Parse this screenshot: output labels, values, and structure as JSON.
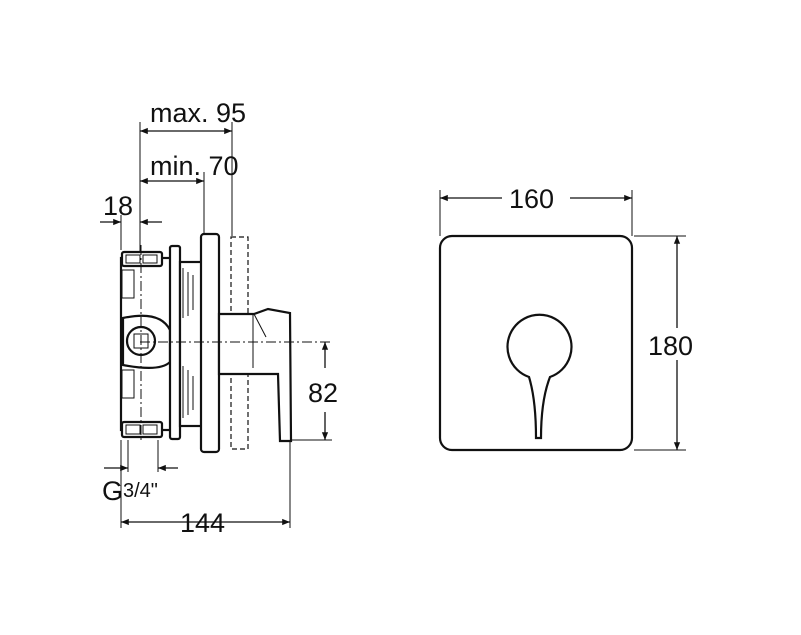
{
  "dimensions": {
    "max_depth": "max. 95",
    "min_depth": "min. 70",
    "offset": "18",
    "thread": "G",
    "thread_fraction": "3/4\"",
    "total_depth": "144",
    "handle_height": "82",
    "plate_width": "160",
    "plate_height": "180"
  }
}
